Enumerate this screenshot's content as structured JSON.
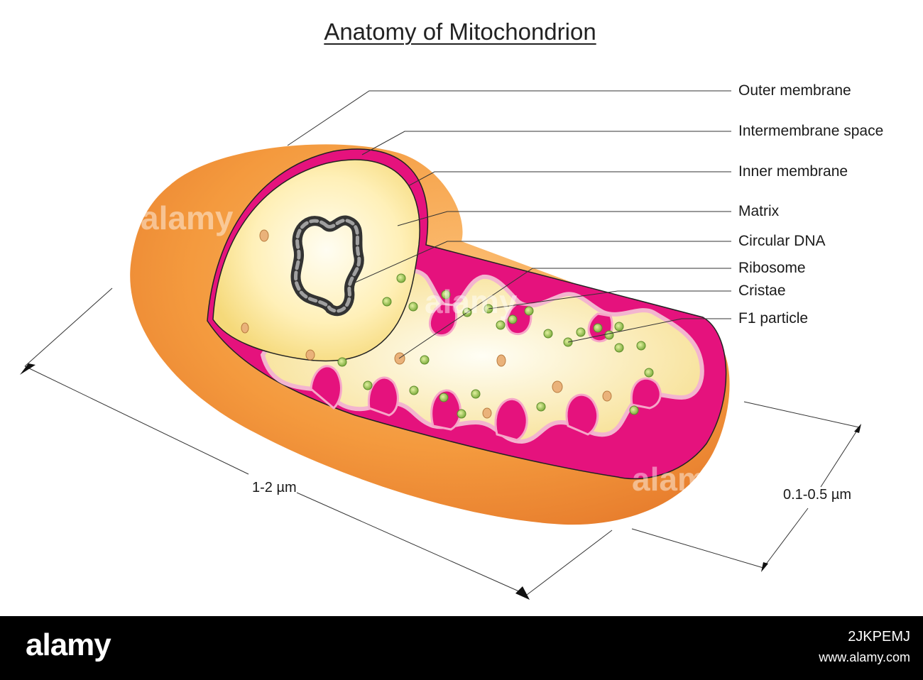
{
  "title": "Anatomy of Mitochondrion",
  "labels": [
    "Outer membrane",
    "Intermembrane space",
    "Inner membrane",
    "Matrix",
    "Circular DNA",
    "Ribosome",
    "Cristae",
    "F1 particle"
  ],
  "dimensions": {
    "length": "1-2 µm",
    "width": "0.1-0.5 µm"
  },
  "watermark": "alamy",
  "footer": {
    "logo": "alamy",
    "image_id": "2JKPEMJ",
    "site": "www.alamy.com"
  },
  "colors": {
    "outer_membrane": "#f0923a",
    "intermembrane_space": "#e5127d",
    "matrix": "#fff1b0",
    "dna": "#555555",
    "f1_particle": "#8fc35a",
    "ribosome": "#e8b070"
  }
}
